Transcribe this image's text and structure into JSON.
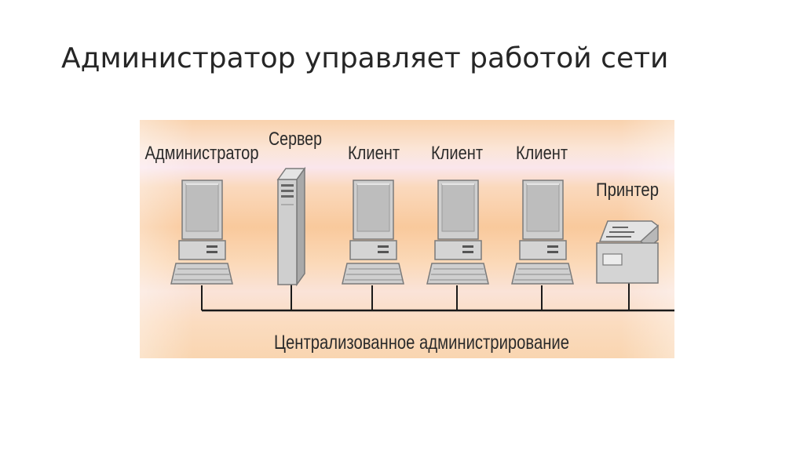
{
  "slide": {
    "title": "Администратор управляет работой сети"
  },
  "diagram": {
    "colors": {
      "band_orange": "#f9cfa4",
      "band_pink": "#f9e8ea",
      "band_peach": "#fbd8b3",
      "device_face": "#cfcfcf",
      "device_line": "#7a7a7a",
      "bus_line": "#1a1a1a"
    },
    "nodes": [
      {
        "label": "Администратор",
        "kind": "workstation",
        "icon": "computer-icon"
      },
      {
        "label": "Сервер",
        "kind": "server",
        "icon": "server-tower-icon"
      },
      {
        "label": "Клиент",
        "kind": "workstation",
        "icon": "computer-icon"
      },
      {
        "label": "Клиент",
        "kind": "workstation",
        "icon": "computer-icon"
      },
      {
        "label": "Клиент",
        "kind": "workstation",
        "icon": "computer-icon"
      },
      {
        "label": "Принтер",
        "kind": "printer",
        "icon": "printer-icon"
      }
    ],
    "caption": "Централизованное администрирование"
  }
}
